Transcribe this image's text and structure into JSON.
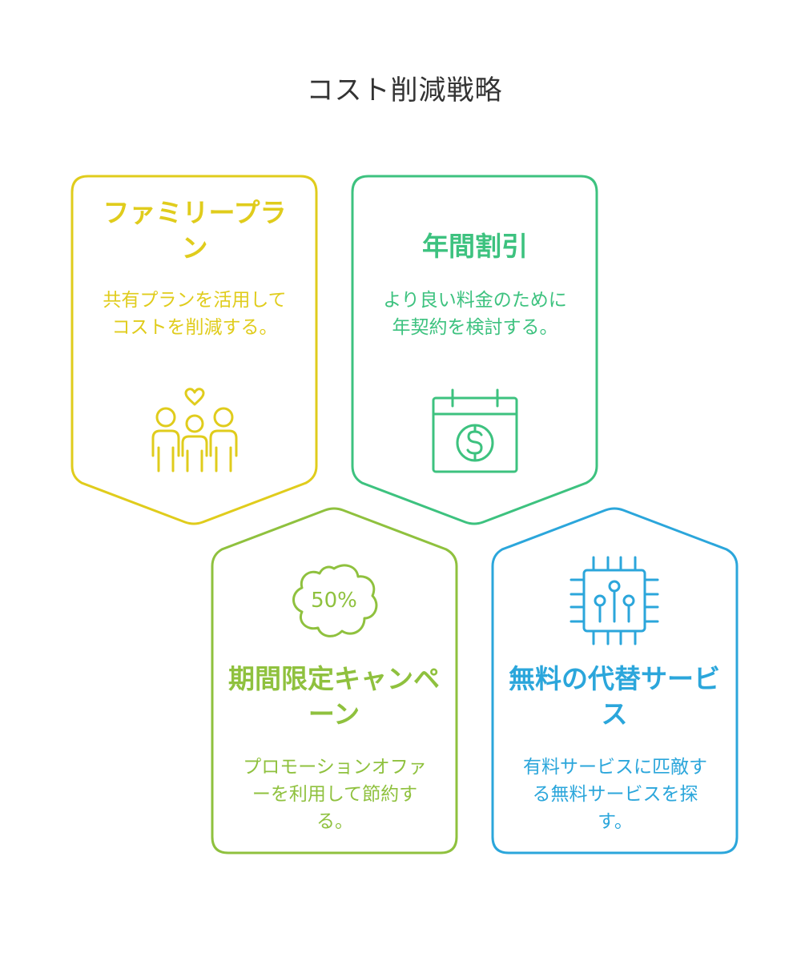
{
  "title": "コスト削減戦略",
  "colors": {
    "family": "#E0CC1C",
    "annual": "#3DC27F",
    "campaign": "#8FC13E",
    "free": "#2BA6DB"
  },
  "cards": [
    {
      "id": "family",
      "title": "ファミリープラン",
      "description": "共有プランを活用してコストを削減する。",
      "icon": "family-heart-icon"
    },
    {
      "id": "annual",
      "title": "年間割引",
      "description": "より良い料金のために年契約を検討する。",
      "icon": "calendar-dollar-icon"
    },
    {
      "id": "campaign",
      "title": "期間限定キャンペーン",
      "description": "プロモーションオファーを利用して節約する。",
      "icon": "percent-badge-icon",
      "badge_text": "50%"
    },
    {
      "id": "free",
      "title": "無料の代替サービス",
      "description": "有料サービスに匹敵する無料サービスを探す。",
      "icon": "chip-circuit-icon"
    }
  ]
}
